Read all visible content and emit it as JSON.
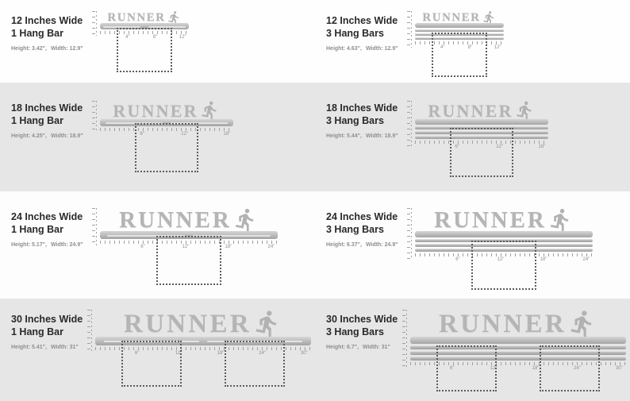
{
  "wordmark": "RUNNER",
  "colors": {
    "band_gray": "#e6e6e6",
    "panel_white": "#fefefe",
    "metal_gray": "#b5b5b5",
    "dashed_outline": "#5c5c5c",
    "title_text": "#2a2a2a",
    "dims_text": "#8f8f8f"
  },
  "panels": [
    {
      "title": "12 Inches Wide",
      "subtitle": "1 Hang Bar",
      "height_text": "Height: 3.42\",",
      "width_text": "Width: 12.9\"",
      "ruler_labels": [
        "4\"",
        "8\"",
        "12\""
      ]
    },
    {
      "title": "12 Inches Wide",
      "subtitle": "3 Hang Bars",
      "height_text": "Height: 4.63\",",
      "width_text": "Width: 12.9\"",
      "ruler_labels": [
        "4\"",
        "8\"",
        "12\""
      ]
    },
    {
      "title": "18 Inches Wide",
      "subtitle": "1 Hang Bar",
      "height_text": "Height: 4.25\",",
      "width_text": "Width: 18.9\"",
      "ruler_labels": [
        "6\"",
        "12\"",
        "18\""
      ]
    },
    {
      "title": "18 Inches Wide",
      "subtitle": "3 Hang Bars",
      "height_text": "Height: 5.44\",",
      "width_text": "Width: 18.9\"",
      "ruler_labels": [
        "6\"",
        "12\"",
        "18\""
      ]
    },
    {
      "title": "24 Inches Wide",
      "subtitle": "1 Hang Bar",
      "height_text": "Height: 5.17\",",
      "width_text": "Width: 24.9\"",
      "ruler_labels": [
        "6\"",
        "12\"",
        "18\"",
        "24\""
      ]
    },
    {
      "title": "24 Inches Wide",
      "subtitle": "3 Hang Bars",
      "height_text": "Height: 6.37\",",
      "width_text": "Width: 24.9\"",
      "ruler_labels": [
        "6\"",
        "12\"",
        "18\"",
        "24\""
      ]
    },
    {
      "title": "30 Inches Wide",
      "subtitle": "1 Hang Bar",
      "height_text": "Height: 5.41\",",
      "width_text": "Width: 31\"",
      "ruler_labels": [
        "6\"",
        "12\"",
        "18\"",
        "24\"",
        "30\""
      ]
    },
    {
      "title": "30 Inches Wide",
      "subtitle": "3 Hang Bars",
      "height_text": "Height: 6.7\",",
      "width_text": "Width: 31\"",
      "ruler_labels": [
        "6\"",
        "12\"",
        "18\"",
        "24\"",
        "30\""
      ]
    }
  ]
}
